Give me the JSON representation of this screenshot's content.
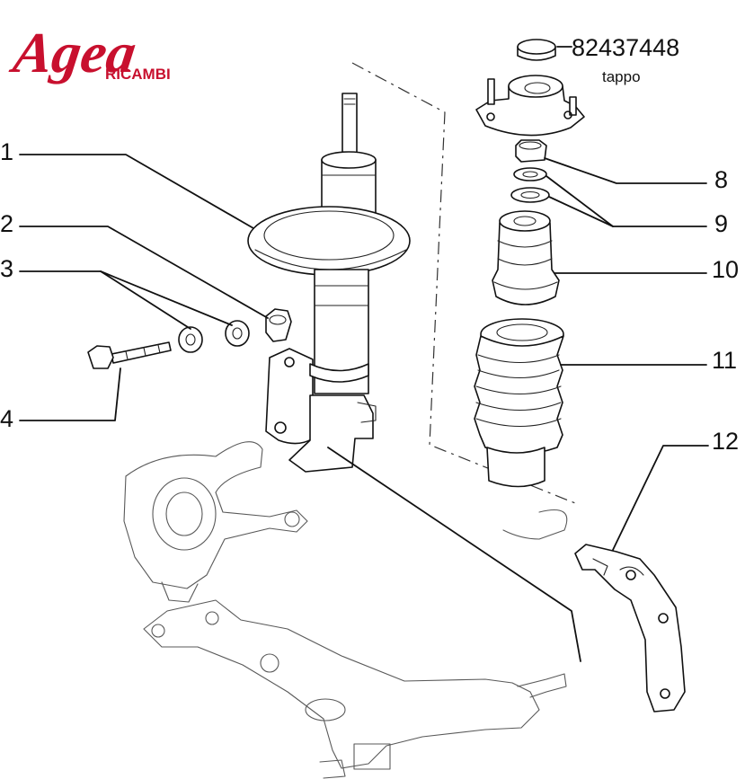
{
  "logo": {
    "brand": "Agea",
    "sub": "RICAMBI",
    "color": "#c8102e"
  },
  "part_note": {
    "code": "82437448",
    "label": "tappo"
  },
  "callouts": {
    "c1": "1",
    "c2": "2",
    "c3": "3",
    "c4": "4",
    "c8": "8",
    "c9": "9",
    "c10": "10",
    "c11": "11",
    "c12": "12"
  }
}
